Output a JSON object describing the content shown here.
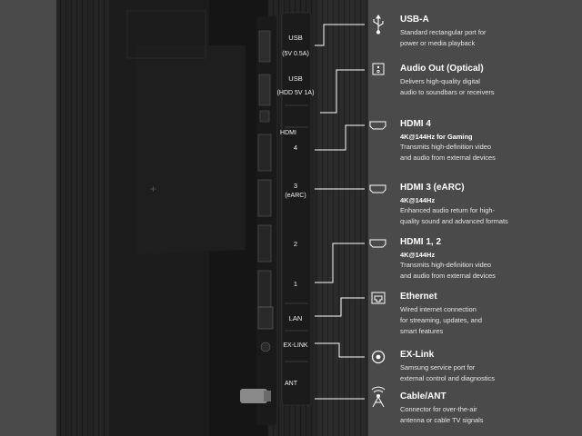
{
  "panel_labels": {
    "usb_a_top": "USB",
    "usb_a_top_rating": "(5V 0.5A)",
    "usb_hdd": "USB",
    "usb_hdd_rating": "(HDD 5V 1A)",
    "hdmi_header": "HDMI",
    "hdmi4_number": "4",
    "hdmi3_number": "3",
    "hdmi3_arc": "(eARC)",
    "hdmi2_number": "2",
    "hdmi1_number": "1",
    "lan": "LAN",
    "exlink": "EX-LINK",
    "ant": "ANT"
  },
  "ports": [
    {
      "name": "USB-A",
      "spec": "",
      "description": [
        "Standard rectangular port for",
        "power or media playback"
      ],
      "icon": "usb-icon"
    },
    {
      "name": "Audio Out (Optical)",
      "spec": "",
      "description": [
        "Delivers high-quality digital",
        "audio to soundbars or receivers"
      ],
      "icon": "optical-icon"
    },
    {
      "name": "HDMI 4",
      "spec": "4K@144Hz for Gaming",
      "description": [
        "Transmits high-definition video",
        "and audio from external devices"
      ],
      "icon": "hdmi-icon"
    },
    {
      "name": "HDMI 3 (eARC)",
      "spec": "4K@144Hz",
      "description": [
        "Enhanced audio return for high-",
        "quality sound and advanced formats"
      ],
      "icon": "hdmi-icon"
    },
    {
      "name": "HDMI 1, 2",
      "spec": "4K@144Hz",
      "description": [
        "Transmits high-definition video",
        "and audio from external devices"
      ],
      "icon": "hdmi-icon"
    },
    {
      "name": "Ethernet",
      "spec": "",
      "description": [
        "Wired internet connection",
        "for streaming, updates, and",
        "smart features"
      ],
      "icon": "ethernet-icon"
    },
    {
      "name": "EX-Link",
      "spec": "",
      "description": [
        "Samsung service port for",
        "external control and diagnostics"
      ],
      "icon": "exlink-icon"
    },
    {
      "name": "Cable/ANT",
      "spec": "",
      "description": [
        "Connector for over-the-air",
        "antenna or cable TV signals"
      ],
      "icon": "antenna-icon"
    }
  ],
  "colors": {
    "background": "#4a4a4a",
    "tv_back": "#222222",
    "text": "#ffffff",
    "connector_line": "#ffffff"
  }
}
